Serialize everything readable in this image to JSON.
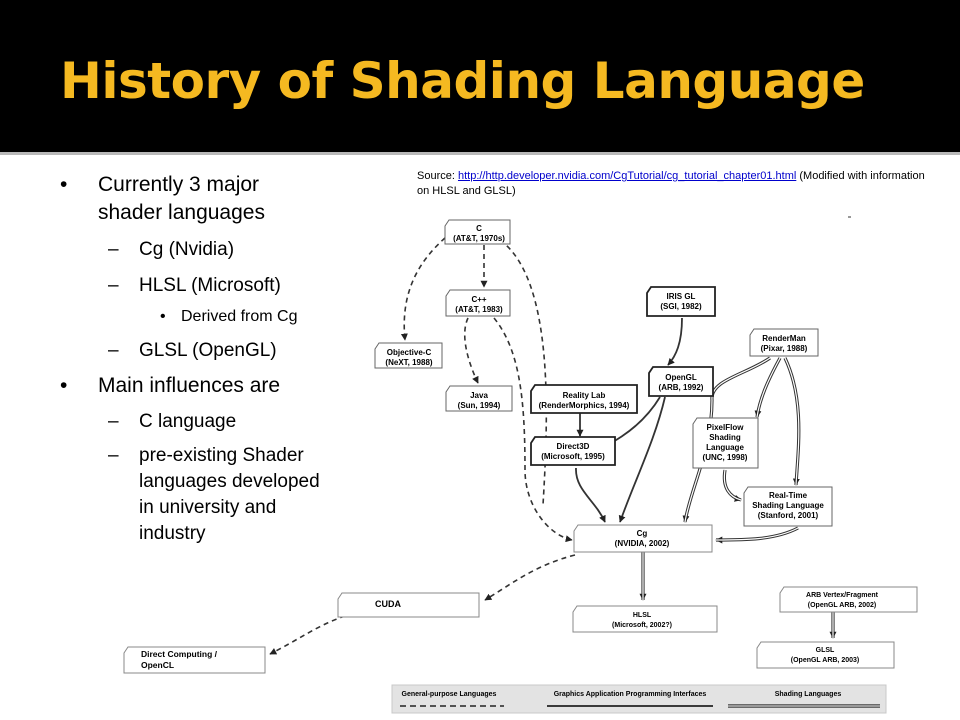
{
  "slide": {
    "title": "History of Shading Language"
  },
  "bullets": [
    {
      "level": 1,
      "marker": "•",
      "lines": [
        "Currently 3 major",
        "shader languages"
      ]
    },
    {
      "level": 2,
      "marker": "–",
      "lines": [
        "Cg (Nvidia)"
      ]
    },
    {
      "level": 2,
      "marker": "–",
      "lines": [
        "HLSL (Microsoft)"
      ]
    },
    {
      "level": 3,
      "marker": "•",
      "lines": [
        "Derived from Cg"
      ]
    },
    {
      "level": 2,
      "marker": "–",
      "lines": [
        "GLSL (OpenGL)"
      ]
    },
    {
      "level": 1,
      "marker": "•",
      "lines": [
        "Main influences are"
      ]
    },
    {
      "level": 2,
      "marker": "–",
      "lines": [
        "C language"
      ]
    },
    {
      "level": 2,
      "marker": "–",
      "lines": [
        "pre-existing Shader",
        "languages developed",
        "in university and",
        "industry"
      ]
    }
  ],
  "source": {
    "prefix": "Source: ",
    "url_text": "http://http.developer.nvidia.com/CgTutorial/cg_tutorial_chapter01.html",
    "suffix": " (Modified with information on HLSL and GLSL)"
  },
  "diagram": {
    "nodes": {
      "c": [
        "C",
        "(AT&T, 1970s)"
      ],
      "cpp": [
        "C++",
        "(AT&T, 1983)"
      ],
      "objc": [
        "Objective-C",
        "(NeXT, 1988)"
      ],
      "java": [
        "Java",
        "(Sun, 1994)"
      ],
      "irisgl": [
        "IRIS GL",
        "(SGI, 1982)"
      ],
      "opengl": [
        "OpenGL",
        "(ARB, 1992)"
      ],
      "renderman": [
        "RenderMan",
        "(Pixar, 1988)"
      ],
      "realitylab": [
        "Reality Lab",
        "(RenderMorphics, 1994)"
      ],
      "direct3d": [
        "Direct3D",
        "(Microsoft, 1995)"
      ],
      "pixelflow": [
        "PixelFlow",
        "Shading",
        "Language",
        "(UNC, 1998)"
      ],
      "realtime": [
        "Real-Time",
        "Shading Language",
        "(Stanford, 2001)"
      ],
      "cg": [
        "Cg",
        "(NVIDIA, 2002)"
      ],
      "cuda": [
        "CUDA"
      ],
      "directcompute": [
        "Direct Computing /",
        "OpenCL"
      ],
      "hlsl": [
        "HLSL",
        "(Microsoft, 2002?)"
      ],
      "arb": [
        "ARB Vertex/Fragment",
        "(OpenGL ARB, 2002)"
      ],
      "glsl": [
        "GLSL",
        "(OpenGL ARB, 2003)"
      ]
    },
    "legend": {
      "general": "General-purpose Languages",
      "api": "Graphics Application Programming Interfaces",
      "shading": "Shading Languages"
    }
  }
}
